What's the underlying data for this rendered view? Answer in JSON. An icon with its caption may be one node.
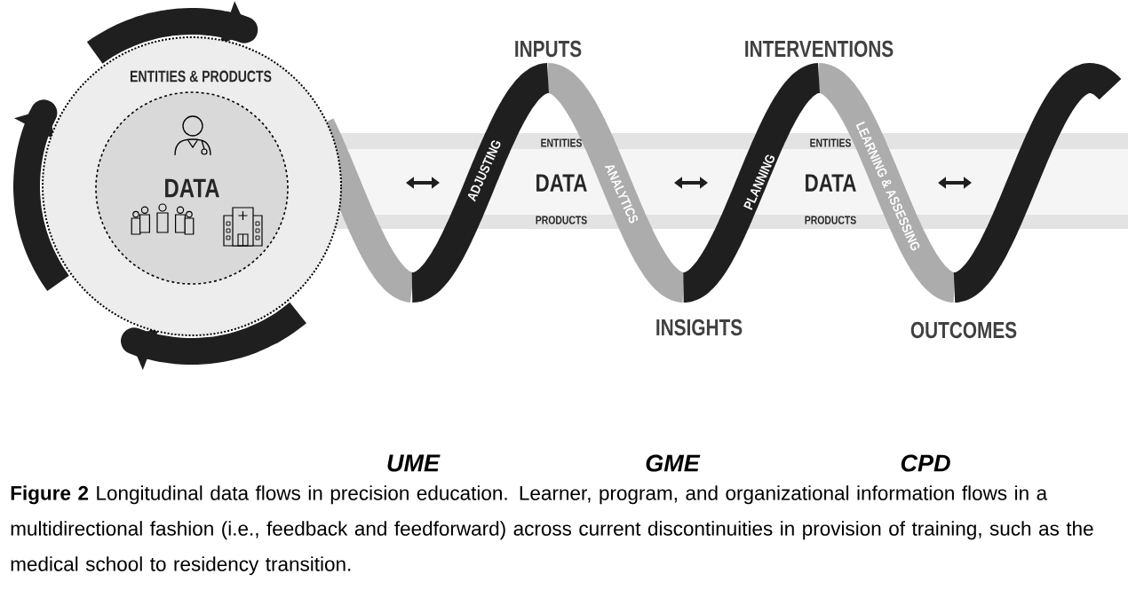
{
  "diagram": {
    "caption": "**Figure 2** Longitudinal data flows in precision education. Learner, program, and organizational information flows in a multidirectional fashion (i.e., feedback and feedforward) across current discontinuities in provision of training, such as the medical school to residency transition.",
    "nodes": [
      {
        "text": [
          "ENTITIES & PRODUCTS"
        ]
      },
      {
        "text": [
          "DATA"
        ],
        "in": 0
      }
    ],
    "labels": [
      "INPUTS",
      "INTERVENTIONS",
      "ADJUSTING",
      "ENTITIES",
      "DATA",
      "PRODUCTS",
      "ANALYTICS",
      "PLANNING",
      "ENTITIES",
      "DATA",
      "PRODUCTS",
      "LEARNING & ASSESSING",
      "INSIGHTS",
      "OUTCOMES",
      "UME",
      "GME",
      "CPD"
    ]
  }
}
